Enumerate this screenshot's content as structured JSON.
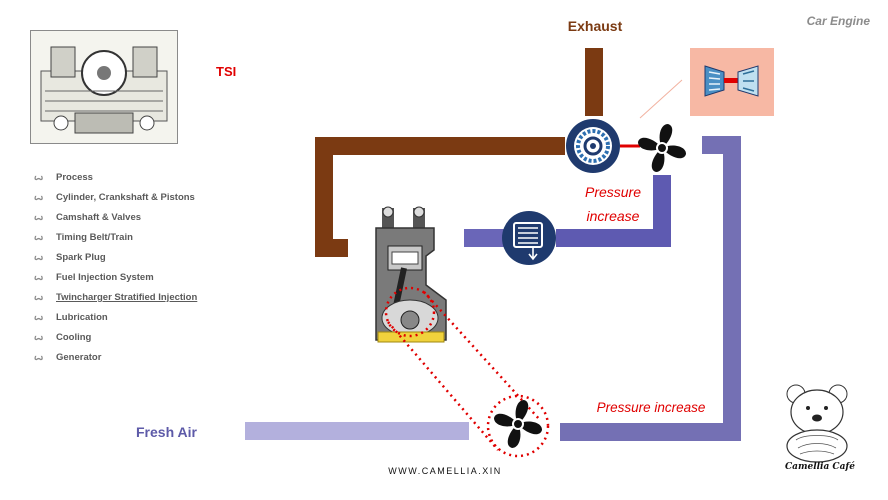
{
  "header": {
    "corner_title": "Car Engine",
    "exhaust_label": "Exhaust",
    "tsi_label": "TSI"
  },
  "menu": {
    "items": [
      {
        "label": "Process"
      },
      {
        "label": "Cylinder, Crankshaft & Pistons"
      },
      {
        "label": "Camshaft & Valves"
      },
      {
        "label": "Timing Belt/Train"
      },
      {
        "label": "Spark Plug"
      },
      {
        "label": "Fuel Injection System"
      },
      {
        "label": "Twincharger Stratified Injection",
        "active": true
      },
      {
        "label": "Lubrication"
      },
      {
        "label": "Cooling"
      },
      {
        "label": "Generator"
      }
    ]
  },
  "diagram": {
    "fresh_air_label": "Fresh Air",
    "pressure_upper_line1": "Pressure",
    "pressure_upper_line2": "increase",
    "pressure_lower": "Pressure increase"
  },
  "footer": {
    "website": "WWW.CAMELLIA.XIN",
    "logo_text": "Camellia Café"
  },
  "colors": {
    "exhaust": "#7b3a12",
    "intake": "#6a66b8",
    "fresh_air": "#b3b0dd",
    "accent_red": "#e00000",
    "navy": "#1f3a6e"
  }
}
